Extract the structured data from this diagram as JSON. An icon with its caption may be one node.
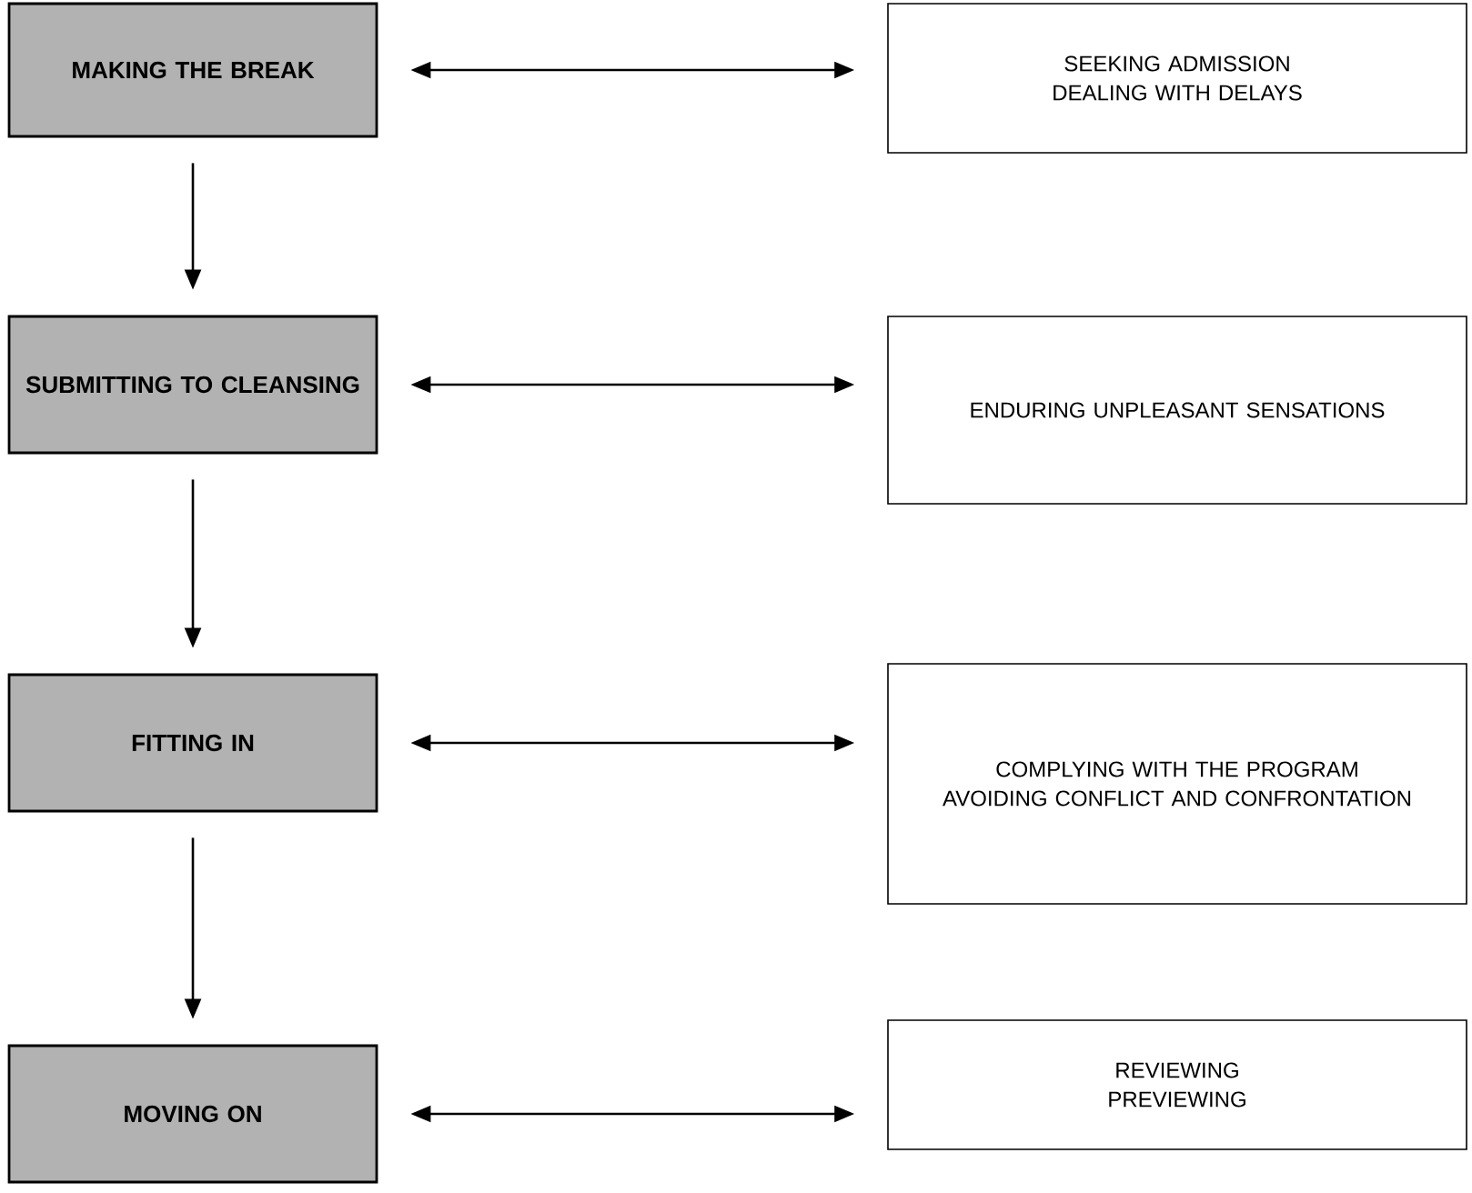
{
  "diagram": {
    "nodes": [
      {
        "text": [
          "MAKING THE BREAK"
        ]
      },
      {
        "text": [
          "SEEKING ADMISSION",
          "DEALING WITH DELAYS"
        ]
      },
      {
        "text": [
          "SUBMITTING TO CLEANSING"
        ]
      },
      {
        "text": [
          "ENDURING UNPLEASANT SENSATIONS"
        ]
      },
      {
        "text": [
          "FITTING IN"
        ]
      },
      {
        "text": [
          "COMPLYING WITH THE PROGRAM",
          "AVOIDING CONFLICT AND CONFRONTATION"
        ]
      },
      {
        "text": [
          "MOVING ON"
        ]
      },
      {
        "text": [
          "REVIEWING",
          "PREVIEWING"
        ]
      }
    ],
    "edges": [
      {
        "from": 0,
        "to": 1,
        "arrow": "both"
      },
      {
        "from": 0,
        "to": 2,
        "arrow": "to"
      },
      {
        "from": 2,
        "to": 3,
        "arrow": "both"
      },
      {
        "from": 2,
        "to": 4,
        "arrow": "to"
      },
      {
        "from": 4,
        "to": 5,
        "arrow": "both"
      },
      {
        "from": 4,
        "to": 6,
        "arrow": "to"
      },
      {
        "from": 6,
        "to": 7,
        "arrow": "both"
      }
    ]
  }
}
